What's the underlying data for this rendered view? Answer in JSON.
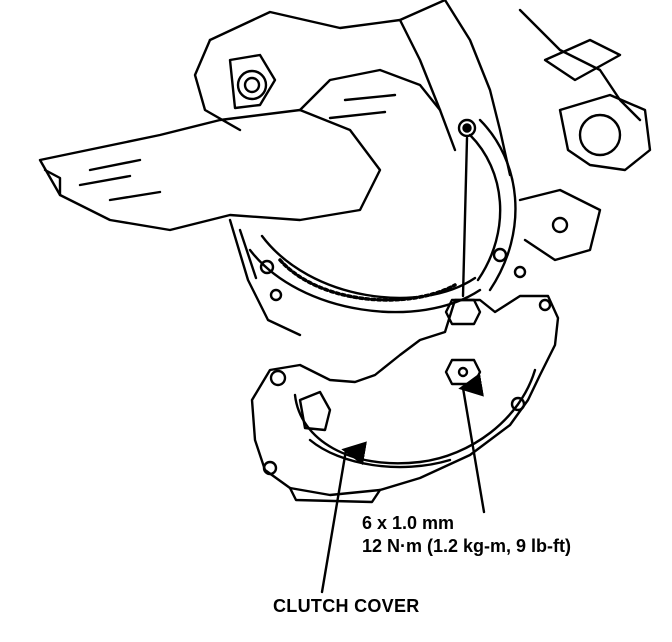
{
  "diagram": {
    "fastener_spec": "6 x 1.0 mm",
    "torque_spec": "12 N·m (1.2 kg-m, 9 lb-ft)",
    "part_label": "CLUTCH COVER"
  },
  "colors": {
    "ink": "#000000",
    "paper": "#ffffff"
  }
}
